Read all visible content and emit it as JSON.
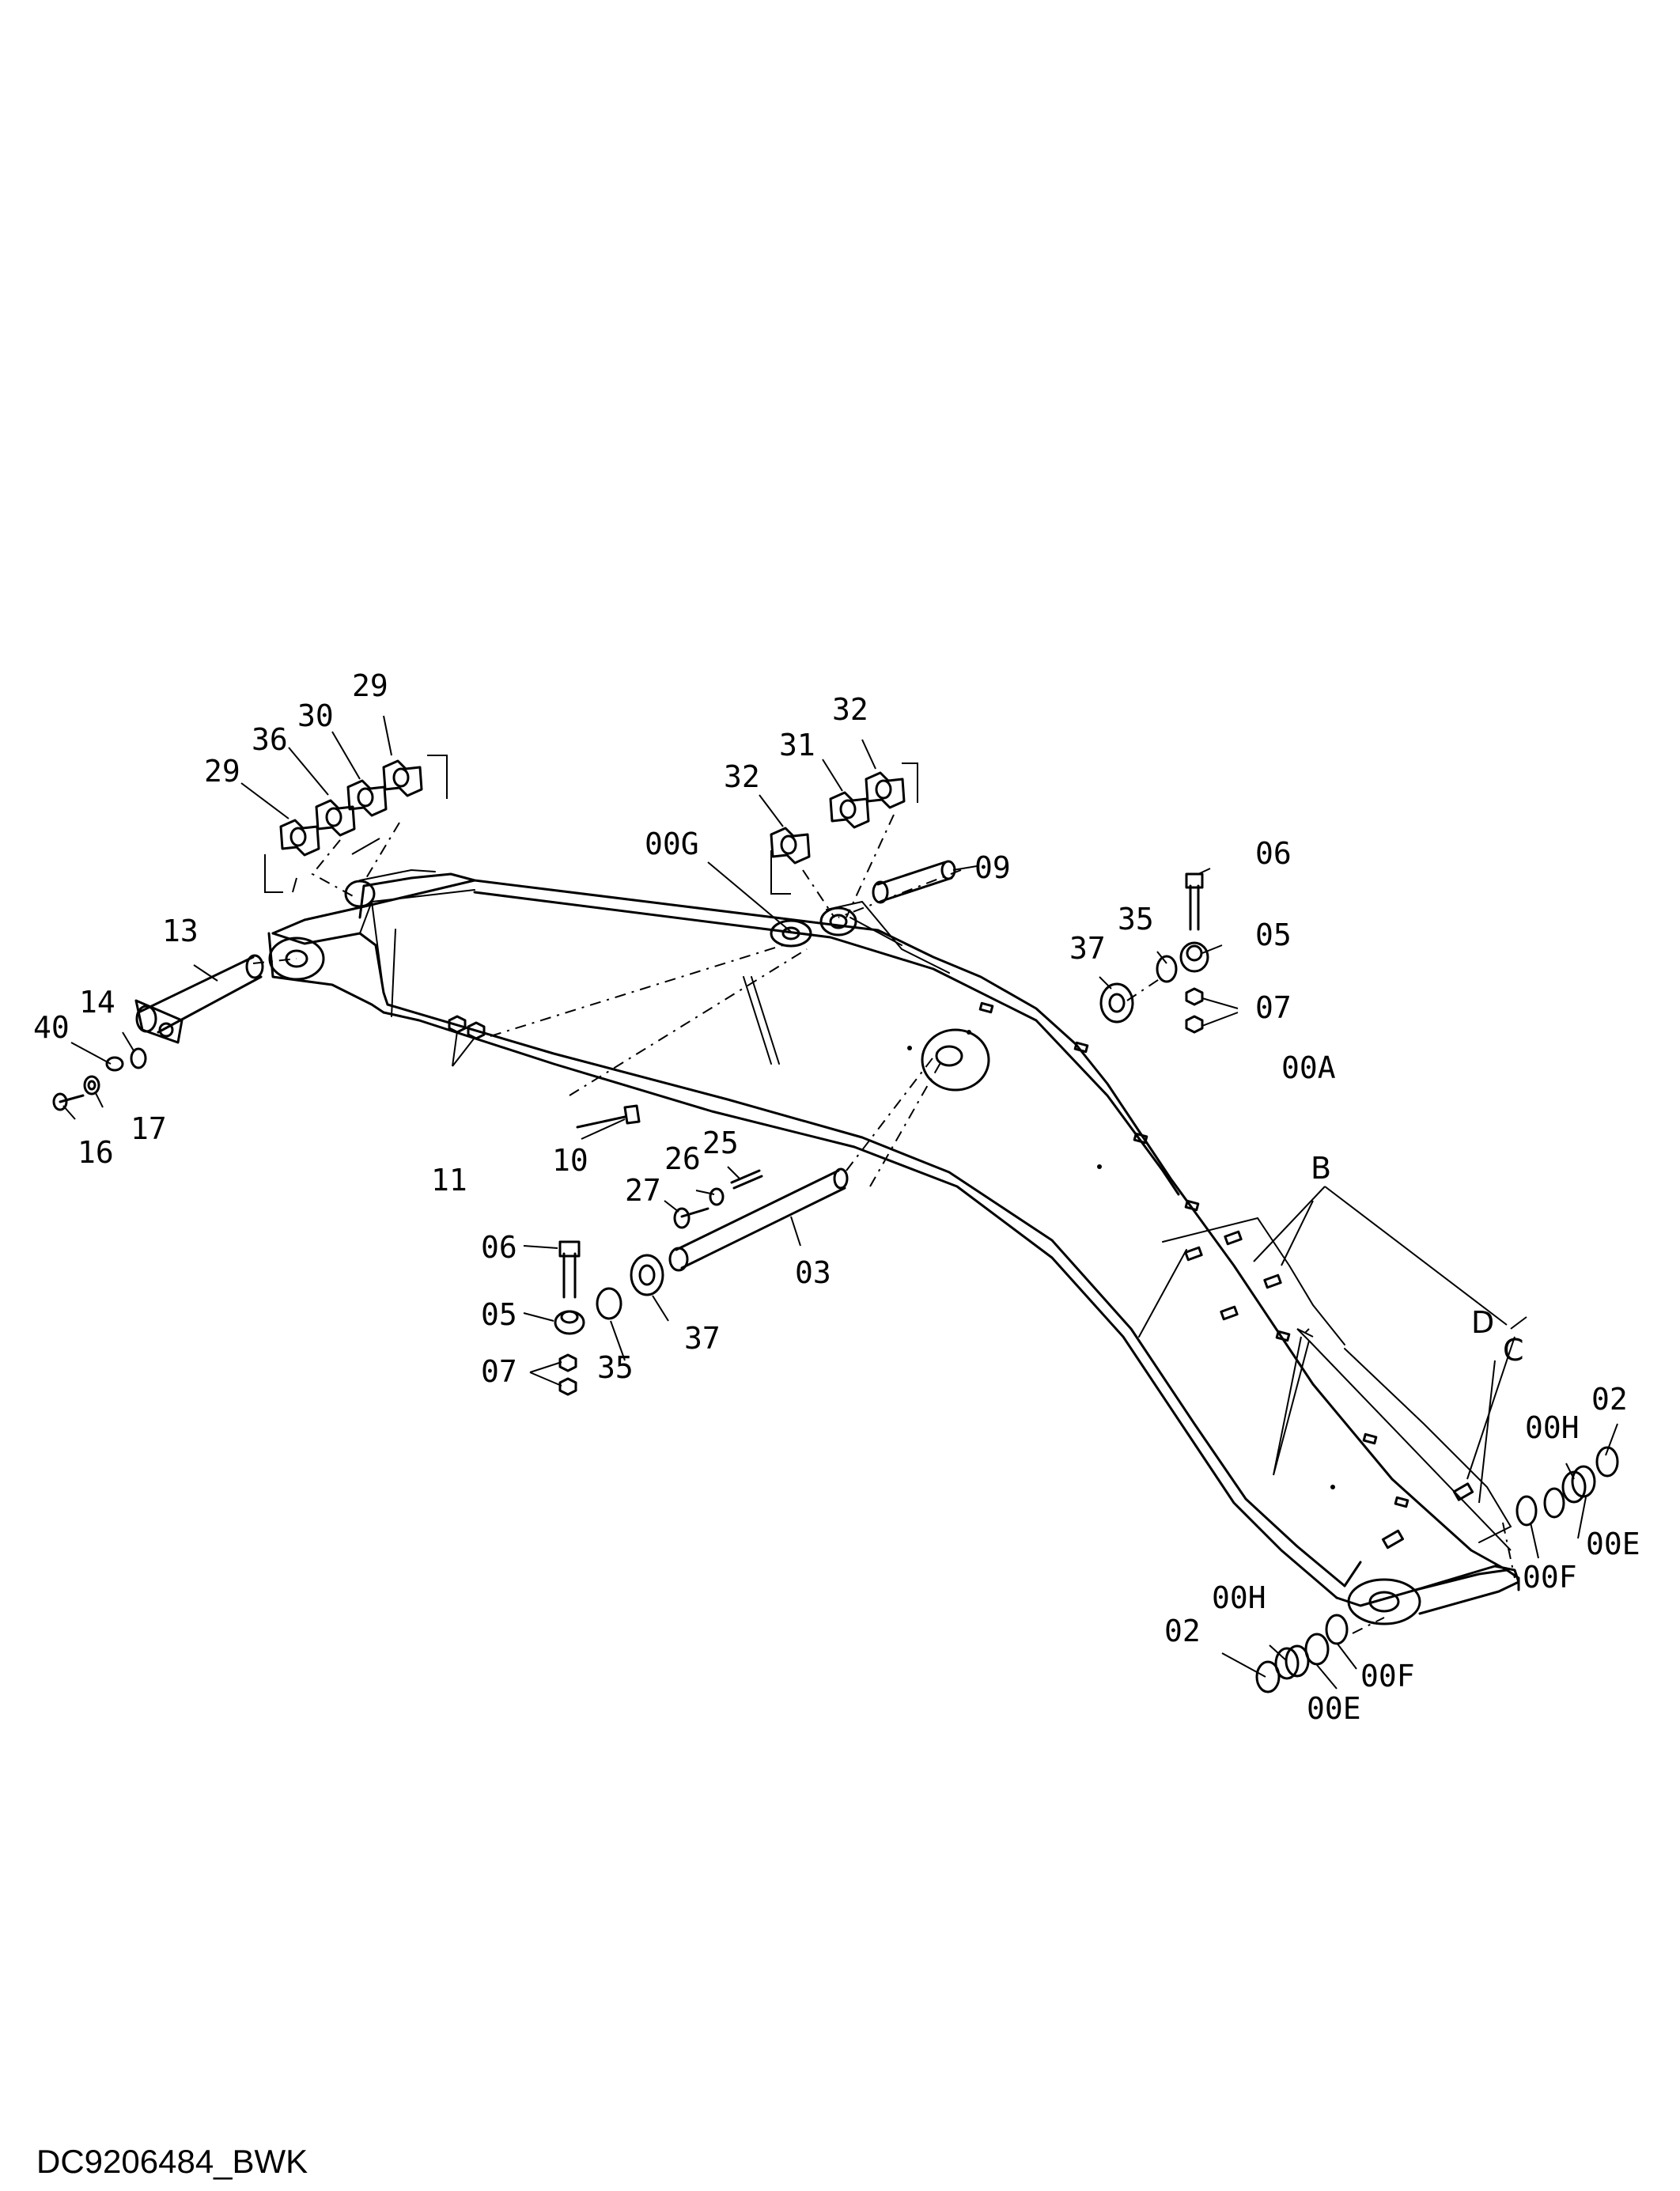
{
  "drawing_id": "DC9206484_BWK",
  "labels": {
    "l_29a": "29",
    "l_29b": "29",
    "l_30": "30",
    "l_36": "36",
    "l_32a": "32",
    "l_32b": "32",
    "l_31": "31",
    "l_00G": "00G",
    "l_09": "09",
    "l_06a": "06",
    "l_05a": "05",
    "l_35a": "35",
    "l_37a": "37",
    "l_07a": "07",
    "l_13": "13",
    "l_14": "14",
    "l_40": "40",
    "l_17": "17",
    "l_16": "16",
    "l_11": "11",
    "l_10": "10",
    "l_25": "25",
    "l_26": "26",
    "l_27": "27",
    "l_03": "03",
    "l_06b": "06",
    "l_05b": "05",
    "l_07b": "07",
    "l_35b": "35",
    "l_37b": "37",
    "l_00A": "00A",
    "l_B": "B",
    "l_D": "D",
    "l_C": "C",
    "l_02a": "02",
    "l_00Ha": "00H",
    "l_00Ea": "00E",
    "l_00Fa": "00F",
    "l_00Hb": "00H",
    "l_02b": "02",
    "l_00Fb": "00F",
    "l_00Eb": "00E"
  }
}
